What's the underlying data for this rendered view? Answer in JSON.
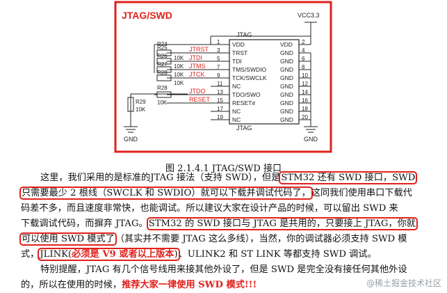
{
  "schematic": {
    "title": "JTAG/SWD",
    "vcc_label": "VCC3.3",
    "header_top": "JTAG",
    "header_bottom": "JTAG",
    "left_pins": [
      {
        "num": "1",
        "name": "VDD"
      },
      {
        "num": "3",
        "name": "TRST"
      },
      {
        "num": "5",
        "name": "TDI"
      },
      {
        "num": "7",
        "name": "TMS/SWDIO"
      },
      {
        "num": "9",
        "name": "TCK/SWCLK"
      },
      {
        "num": "11",
        "name": "NC"
      },
      {
        "num": "13",
        "name": "TDO/SWO"
      },
      {
        "num": "15",
        "name": "RESET#"
      },
      {
        "num": "17",
        "name": "NC"
      },
      {
        "num": "19",
        "name": "NC"
      }
    ],
    "right_pins": [
      {
        "num": "2",
        "name": "VDD"
      },
      {
        "num": "4",
        "name": "GND"
      },
      {
        "num": "6",
        "name": "GND"
      },
      {
        "num": "8",
        "name": "GND"
      },
      {
        "num": "10",
        "name": "GND"
      },
      {
        "num": "12",
        "name": "GND"
      },
      {
        "num": "14",
        "name": "GND"
      },
      {
        "num": "16",
        "name": "GND"
      },
      {
        "num": "18",
        "name": "GND"
      },
      {
        "num": "20",
        "name": "GND"
      }
    ],
    "nets": [
      "JTRST",
      "JTDI",
      "JTMS",
      "JTCK",
      "JTDO",
      "RESET"
    ],
    "resistors": [
      {
        "ref": "R24",
        "value": ""
      },
      {
        "ref": "R25",
        "value": "10K"
      },
      {
        "ref": "R26",
        "value": "10K"
      },
      {
        "ref": "R27",
        "value": "10K"
      },
      {
        "ref": "R28",
        "value": "10K"
      },
      {
        "ref": "R29",
        "value": "10K"
      }
    ],
    "gnd_label": "GND",
    "colors": {
      "frame": "#e0211c",
      "net": "#e0211c",
      "wire": "#222222"
    }
  },
  "caption": "图 2.1.4.1 JTAG/SWD 接口",
  "paragraph1": {
    "l1a": "这里，我们采用的是标准的JTAG 接法（支持 SWD），但是",
    "l1b": "STM32 还有 SWD 接口，SWD",
    "l2a": "只需要最少 2 根线（SWCLK 和 SWDIO）就可以下载并调试代码了，",
    "l2b": "这同我们使用串口下载代",
    "l3": "码差不多，而且速度非常快，也能调试。所以建议大家在设计产品的时候，可以留出 SWD 来",
    "l4a": "下载调试代码，而摒弃 JTAG。",
    "l4b": "STM32 的 SWD 接口与 JTAG 是共用的，只要接上 JTAG，你就",
    "l5a": "可以使用 SWD 模式了",
    "l5b": "（其实并不需要 JTAG 这么多线），当然，你的调试器必须支持 SWD 模",
    "l6a": "式，",
    "l6b": "JLINK(",
    "l6c": "必须是 V9 或者以上版本",
    "l6d": ")",
    "l6e": "、ULINK2 和 ST LINK 等都支持 SWD 调试。"
  },
  "paragraph2": {
    "l1": "特别提醒，JTAG 有几个信号线用来接其他外设了，但是 SWD 是完全没有接任何其他外设",
    "l2a": "的，所以在使用的时候，",
    "l2b": "推荐大家一律使用 SWD 模式!!!"
  },
  "watermark": "@稀土掘金技术社区"
}
